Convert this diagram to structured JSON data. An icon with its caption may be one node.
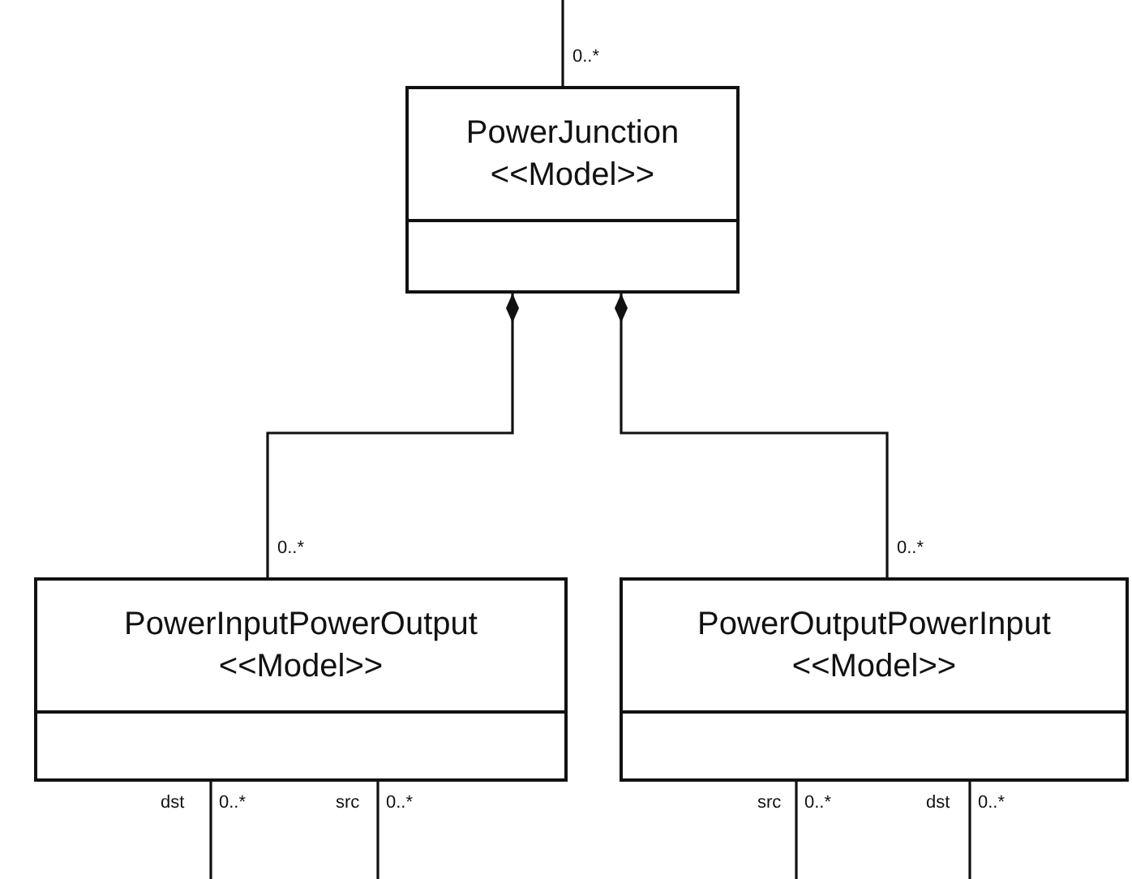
{
  "diagram": {
    "nodes": [
      {
        "text": [
          "PowerJunction",
          "<<Model>>"
        ]
      },
      {
        "text": [
          "PowerInputPowerOutput",
          "<<Model>>"
        ]
      },
      {
        "text": [
          "PowerOutputPowerInput",
          "<<Model>>"
        ]
      }
    ],
    "edges": [
      {
        "from": null,
        "to": 0,
        "arrow": "none",
        "label": "0..*"
      },
      {
        "from": 1,
        "to": 0,
        "arrow": "other",
        "label": "0..*"
      },
      {
        "from": 2,
        "to": 0,
        "arrow": "other",
        "label": "0..*"
      },
      {
        "from": 1,
        "to": null,
        "arrow": "none",
        "label": "0..*"
      },
      {
        "from": 1,
        "to": null,
        "arrow": "none",
        "label": "0..*"
      },
      {
        "from": 2,
        "to": null,
        "arrow": "none",
        "label": "0..*"
      },
      {
        "from": 2,
        "to": null,
        "arrow": "none",
        "label": "0..*"
      }
    ],
    "labels": [
      "dst",
      "src",
      "src",
      "dst"
    ]
  }
}
